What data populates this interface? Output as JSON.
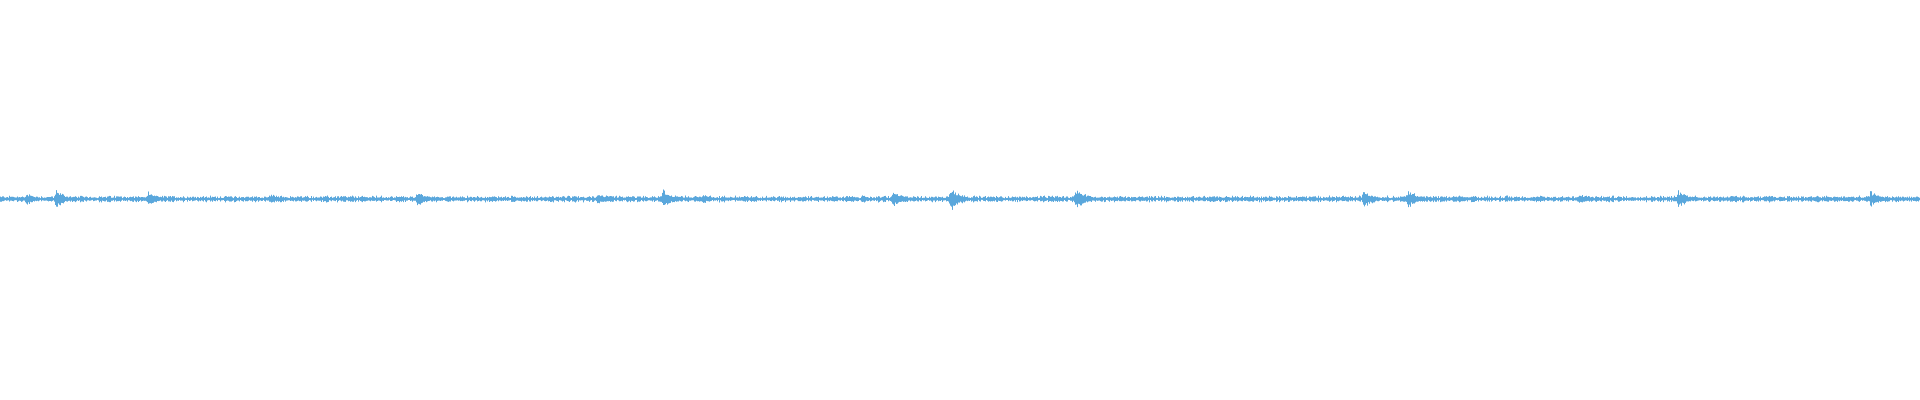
{
  "waveform": {
    "color": "#5aa7dc",
    "background": "#ffffff",
    "baseline_amplitude": 0.012,
    "bursts": [
      {
        "position": 0.0135,
        "amplitude": 0.035
      },
      {
        "position": 0.029,
        "amplitude": 0.05
      },
      {
        "position": 0.077,
        "amplitude": 0.04
      },
      {
        "position": 0.141,
        "amplitude": 0.03
      },
      {
        "position": 0.217,
        "amplitude": 0.045
      },
      {
        "position": 0.311,
        "amplitude": 0.03
      },
      {
        "position": 0.345,
        "amplitude": 0.055
      },
      {
        "position": 0.366,
        "amplitude": 0.03
      },
      {
        "position": 0.465,
        "amplitude": 0.05
      },
      {
        "position": 0.495,
        "amplitude": 0.07
      },
      {
        "position": 0.56,
        "amplitude": 0.065
      },
      {
        "position": 0.71,
        "amplitude": 0.05
      },
      {
        "position": 0.733,
        "amplitude": 0.055
      },
      {
        "position": 0.822,
        "amplitude": 0.03
      },
      {
        "position": 0.874,
        "amplitude": 0.05
      },
      {
        "position": 0.974,
        "amplitude": 0.045
      }
    ]
  }
}
